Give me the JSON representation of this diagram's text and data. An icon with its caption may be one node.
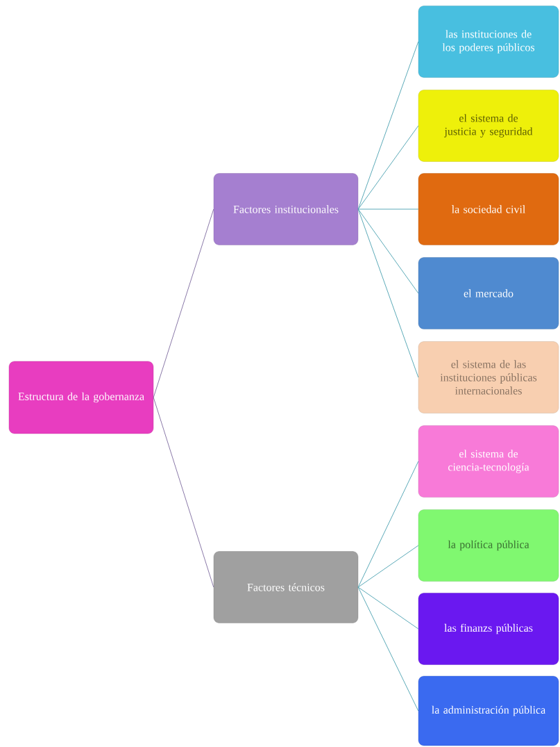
{
  "diagram": {
    "nodes": [
      {
        "text": [
          "Estructura de la gobernanza"
        ]
      },
      {
        "text": [
          "Factores institucionales"
        ]
      },
      {
        "text": [
          "Factores técnicos"
        ]
      },
      {
        "text": [
          "las instituciones de los poderes públicos"
        ]
      },
      {
        "text": [
          "el sistema de justicia y seguridad"
        ]
      },
      {
        "text": [
          "la sociedad civil"
        ]
      },
      {
        "text": [
          "el mercado"
        ]
      },
      {
        "text": [
          "el sistema de las instituciones públicas internacionales"
        ]
      },
      {
        "text": [
          "el sistema de ciencia-tecnología"
        ]
      },
      {
        "text": [
          "la política pública"
        ]
      },
      {
        "text": [
          "las finanzs públicas"
        ]
      },
      {
        "text": [
          "la administración pública"
        ]
      }
    ],
    "edges": [
      {
        "from": 0,
        "to": 1,
        "arrow": "none",
        "color": "#7d6a9e"
      },
      {
        "from": 0,
        "to": 2,
        "arrow": "none",
        "color": "#7d6a9e"
      },
      {
        "from": 1,
        "to": 3,
        "arrow": "none"
      },
      {
        "from": 1,
        "to": 4,
        "arrow": "none"
      },
      {
        "from": 1,
        "to": 5,
        "arrow": "none"
      },
      {
        "from": 1,
        "to": 6,
        "arrow": "none"
      },
      {
        "from": 1,
        "to": 7,
        "arrow": "none"
      },
      {
        "from": 2,
        "to": 8,
        "arrow": "none"
      },
      {
        "from": 2,
        "to": 9,
        "arrow": "none"
      },
      {
        "from": 2,
        "to": 10,
        "arrow": "none"
      },
      {
        "from": 2,
        "to": 11,
        "arrow": "none"
      }
    ]
  }
}
